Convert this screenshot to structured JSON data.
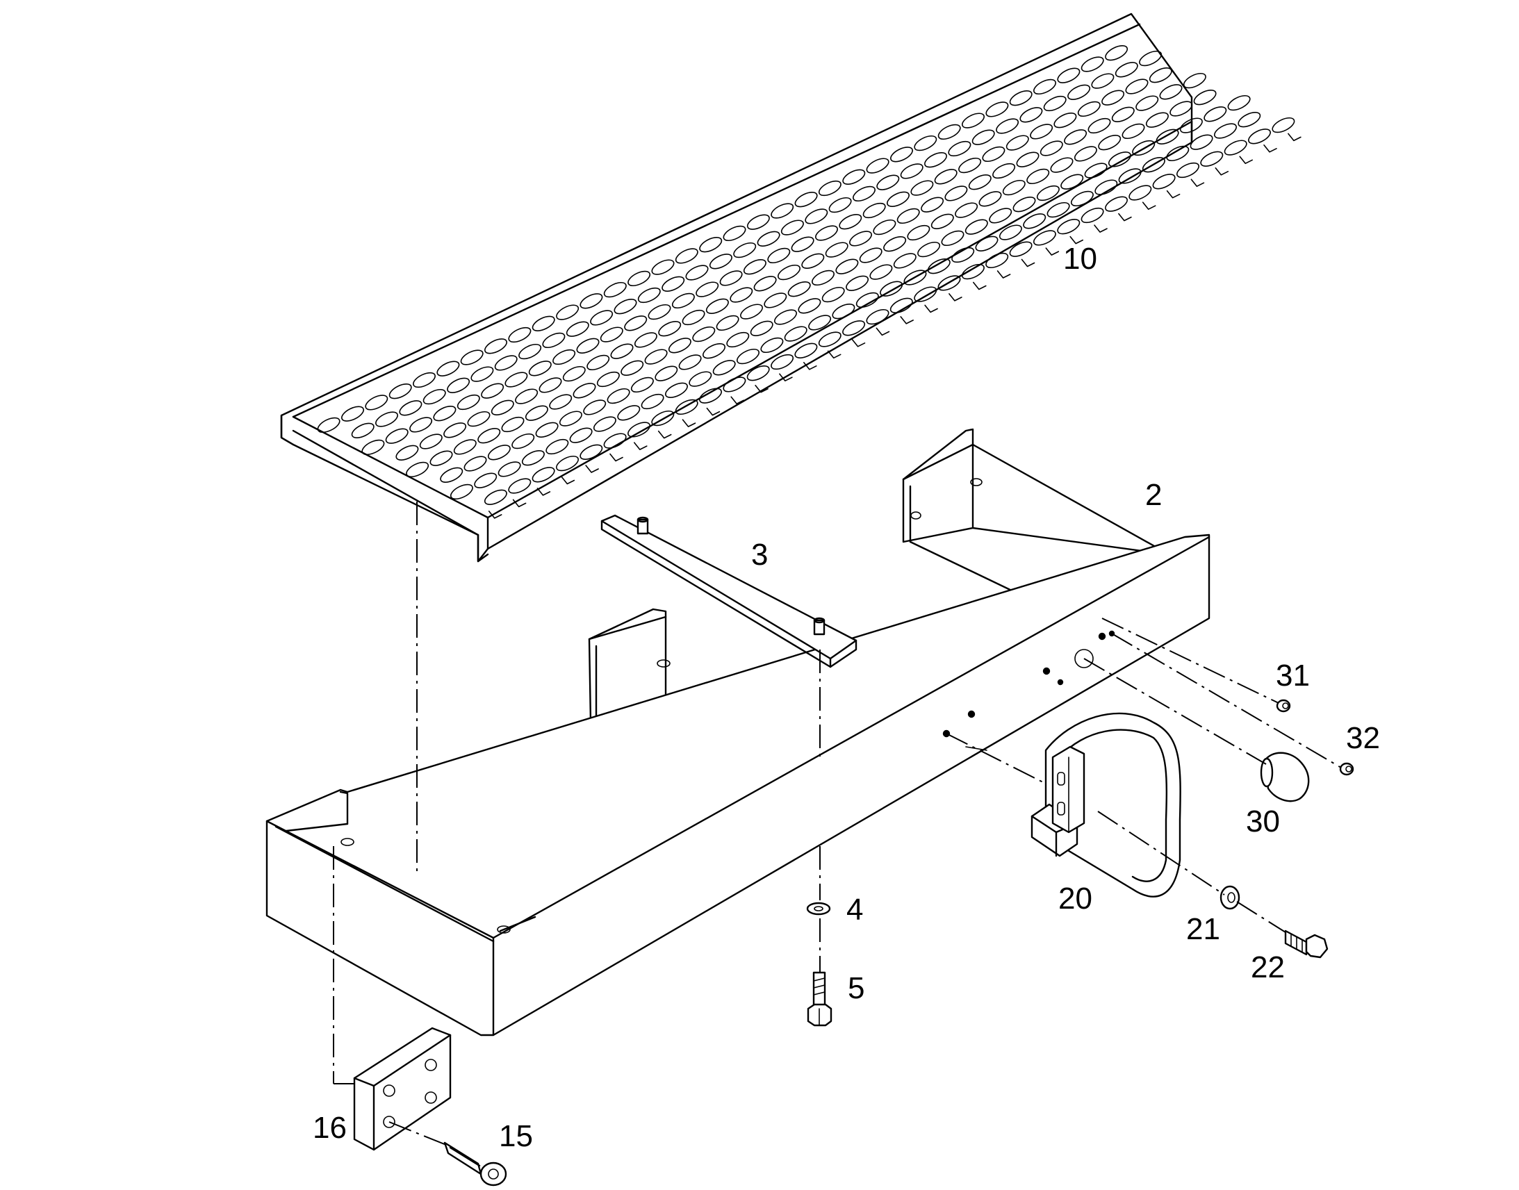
{
  "callouts": {
    "p2": "2",
    "p3": "3",
    "p4": "4",
    "p5": "5",
    "p10": "10",
    "p15": "15",
    "p16": "16",
    "p20": "20",
    "p21": "21",
    "p22": "22",
    "p30": "30",
    "p31": "31",
    "p32": "32"
  }
}
